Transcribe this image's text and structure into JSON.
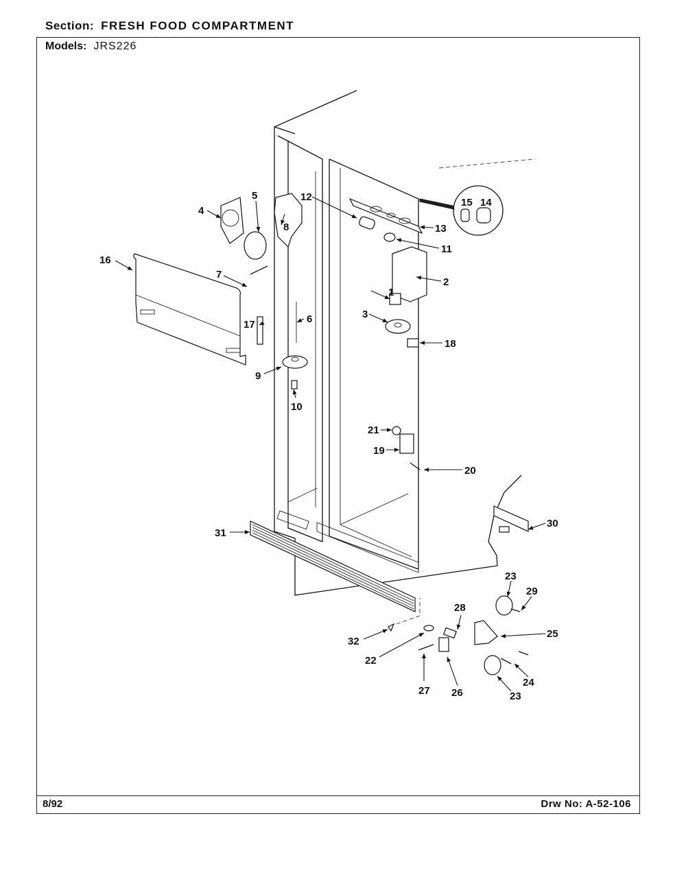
{
  "header": {
    "section_label": "Section:",
    "section_value": "FRESH FOOD COMPARTMENT",
    "models_label": "Models:",
    "models_value": "JRS226"
  },
  "footer": {
    "date": "8/92",
    "drawing_number": "Drw No: A-52-106"
  },
  "callouts": [
    {
      "id": "1",
      "label": "1"
    },
    {
      "id": "2",
      "label": "2"
    },
    {
      "id": "3",
      "label": "3"
    },
    {
      "id": "4",
      "label": "4"
    },
    {
      "id": "5",
      "label": "5"
    },
    {
      "id": "6",
      "label": "6"
    },
    {
      "id": "7",
      "label": "7"
    },
    {
      "id": "8",
      "label": "8"
    },
    {
      "id": "9",
      "label": "9"
    },
    {
      "id": "10",
      "label": "10"
    },
    {
      "id": "11",
      "label": "11"
    },
    {
      "id": "12",
      "label": "12"
    },
    {
      "id": "13",
      "label": "13"
    },
    {
      "id": "14",
      "label": "14"
    },
    {
      "id": "15",
      "label": "15"
    },
    {
      "id": "16",
      "label": "16"
    },
    {
      "id": "17",
      "label": "17"
    },
    {
      "id": "18",
      "label": "18"
    },
    {
      "id": "19",
      "label": "19"
    },
    {
      "id": "20",
      "label": "20"
    },
    {
      "id": "21",
      "label": "21"
    },
    {
      "id": "22",
      "label": "22"
    },
    {
      "id": "23a",
      "label": "23"
    },
    {
      "id": "23b",
      "label": "23"
    },
    {
      "id": "24",
      "label": "24"
    },
    {
      "id": "25",
      "label": "25"
    },
    {
      "id": "26",
      "label": "26"
    },
    {
      "id": "27",
      "label": "27"
    },
    {
      "id": "28",
      "label": "28"
    },
    {
      "id": "29",
      "label": "29"
    },
    {
      "id": "30",
      "label": "30"
    },
    {
      "id": "31",
      "label": "31"
    },
    {
      "id": "32",
      "label": "32"
    }
  ]
}
